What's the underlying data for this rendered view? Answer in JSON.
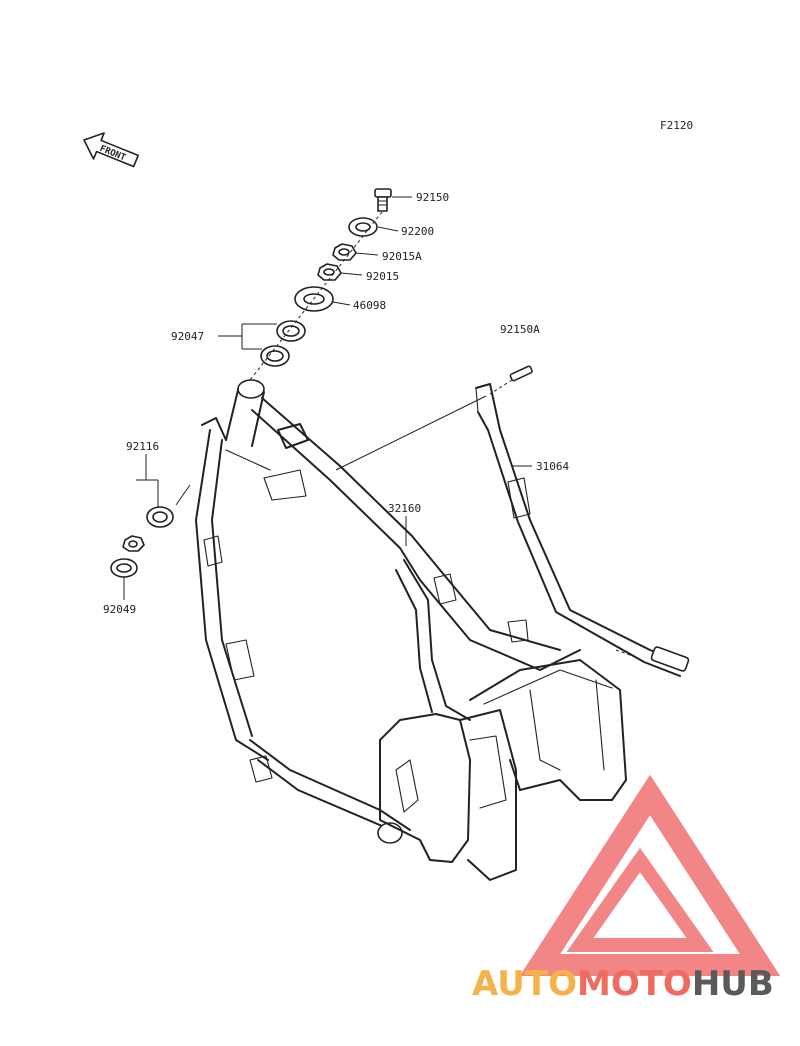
{
  "figure_code": "F2120",
  "front_arrow_label": "FRONT",
  "parts": [
    {
      "id": "p92150",
      "label": "92150"
    },
    {
      "id": "p92200",
      "label": "92200"
    },
    {
      "id": "p92015A",
      "label": "92015A"
    },
    {
      "id": "p92015",
      "label": "92015"
    },
    {
      "id": "p46098",
      "label": "46098"
    },
    {
      "id": "p92047",
      "label": "92047"
    },
    {
      "id": "p92150A",
      "label": "92150A"
    },
    {
      "id": "p31064",
      "label": "31064"
    },
    {
      "id": "p32160",
      "label": "32160"
    },
    {
      "id": "p92116",
      "label": "92116"
    },
    {
      "id": "p92049",
      "label": "92049"
    }
  ],
  "watermark": {
    "logo_name": "automotohub-triangle-logo",
    "text_parts": [
      "AUTO",
      "MOTO",
      "HUB"
    ],
    "colors": {
      "auto": "#f5b24a",
      "moto": "#ef6a5f",
      "hub": "#5a5a5a",
      "triangle": "#f07070"
    }
  }
}
